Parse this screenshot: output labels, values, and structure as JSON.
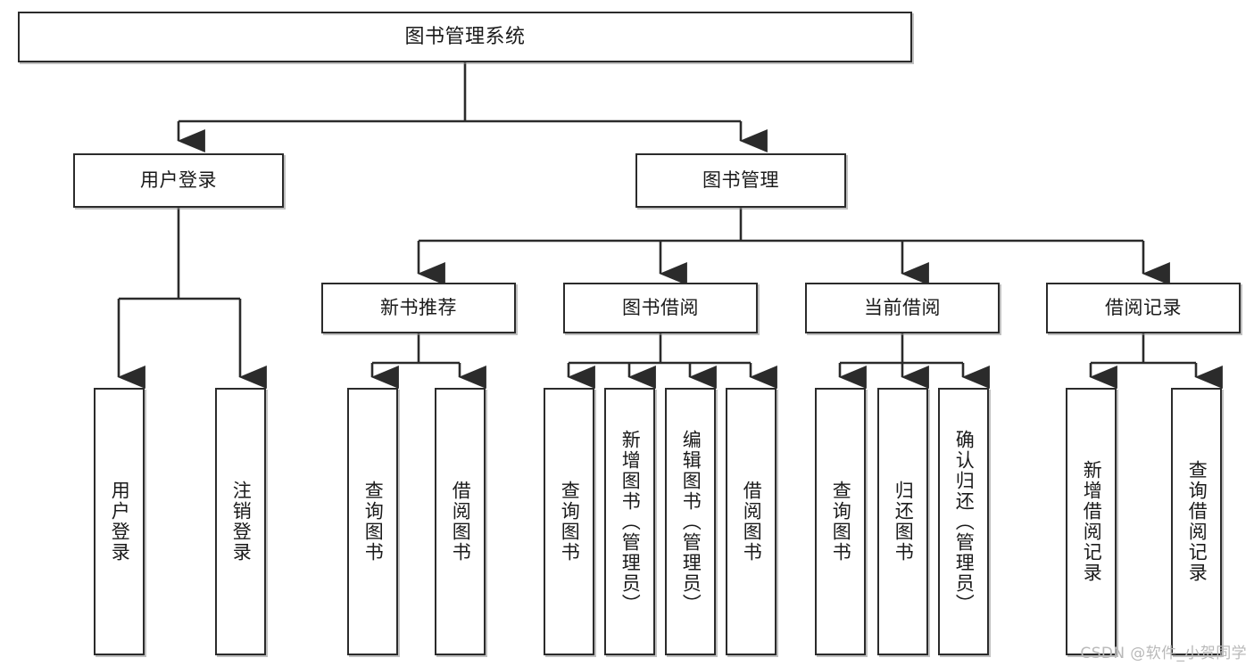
{
  "diagram": {
    "title": "图书管理系统",
    "watermark": "CSDN @软件_小贺同学",
    "colors": {
      "border": "#2b2b2b",
      "fill": "#ffffff",
      "line": "#2b2b2b",
      "watermark": "#b9b9b9"
    },
    "nodes": {
      "root": "图书管理系统",
      "user_login": "用户登录",
      "book_manage": "图书管理",
      "new_book_rec": "新书推荐",
      "book_borrow": "图书借阅",
      "current_borrow": "当前借阅",
      "borrow_record": "借阅记录",
      "leaf_user_login": "用户登录",
      "leaf_logout_login": "注销登录",
      "leaf_query_book_1": "查询图书",
      "leaf_borrow_book_1": "借阅图书",
      "leaf_query_book_2": "查询图书",
      "leaf_add_book_admin": "新增图书（管理员）",
      "leaf_edit_book_admin": "编辑图书（管理员）",
      "leaf_borrow_book_2": "借阅图书",
      "leaf_query_book_3": "查询图书",
      "leaf_return_book": "归还图书",
      "leaf_confirm_return_admin": "确认归还（管理员）",
      "leaf_add_borrow_record": "新增借阅记录",
      "leaf_query_borrow_record": "查询借阅记录"
    }
  }
}
